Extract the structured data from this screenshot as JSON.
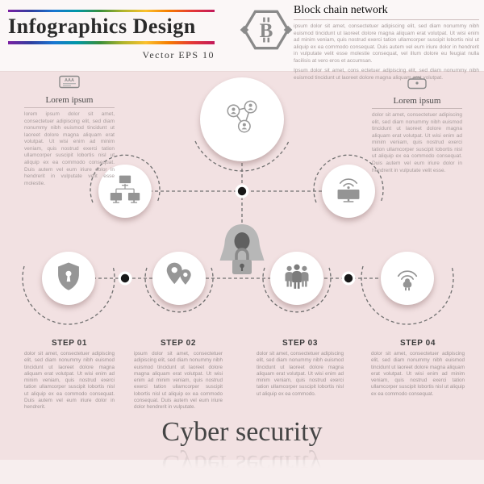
{
  "meta": {
    "background_color": "#f2e1e2",
    "icon_gray": "#949494",
    "accent_rainbow": [
      "#7b1fa2",
      "#303f9f",
      "#1976d2",
      "#0097a7",
      "#388e3c",
      "#afb42b",
      "#fbc02d",
      "#f57c00",
      "#e53935",
      "#c2185b"
    ]
  },
  "header": {
    "title": "Infographics Design",
    "subtitle": "Vector EPS 10",
    "hex_icon": "bitcoin-hexagon-icon",
    "blockchain": {
      "title": "Block chain network",
      "p1": "ipsum dolor sit amet, consectetuer adipiscing elit, sed diam nonummy nibh euismod tincidunt ut laoreet dolore magna aliquam erat volutpat. Ut wisi enim ad minim veniam, quis nostrud exerci tation ullamcorper suscipit lobortis nisl ut aliquip ex ea commodo consequat. Duis autem vel eum iriure dolor in hendrerit in vulputate velit esse molestie consequat, vel illum dolore eu feugiat nulla facilisis at vero eros et accumsan.",
      "p2": "Ipsum dolor sit amet, cons ectetuer adipiscing elit, sed diam nonummy nibh euismod tincidunt ut laoreet dolore magna aliquam erat volutpat."
    }
  },
  "left_panel": {
    "icon": "card-icon",
    "title": "Lorem ipsum",
    "text": "lorem ipsum dolor sit amet, consectetuer adipiscing elit, sed diam nonummy nibh euismod tincidunt ut laoreet dolore magna aliquam erat volutpat. Ut wisi enim ad minim veniam, quis nostrud exerci tation ullamcorper suscipit lobortis nisl ut aliquip ex ea commodo consequat. Duis autem vel eum iriure dolor in hendrerit in vulputate velit esse molestie."
  },
  "right_panel": {
    "icon": "wallet-icon",
    "title": "Lorem ipsum",
    "text": "dolor sit amet, consectetuer adipiscing elit, sed diam nonummy nibh euismod tincidunt ut laoreet dolore magna aliquam erat volutpat. Ut wisi enim ad minim veniam, quis nostrud exerci tation ullamcorper suscipit lobortis nisl ut aliquip ex ea commodo consequat. Duis autem vel eum iriure dolor in hendrerit in vulputate velit esse."
  },
  "diagram": {
    "center_icon": "share-network-icon",
    "mid_left_icon": "computer-network-icon",
    "mid_right_icon": "wifi-monitor-icon",
    "bottom_icons": [
      "shield-lock-icon",
      "map-pins-icon",
      "people-group-icon",
      "wifi-plug-icon"
    ],
    "hacker_icon": "hacker-lock-icon"
  },
  "steps": [
    {
      "label": "STEP 01",
      "text": "dolor sit amet, consectetuer adipiscing elit, sed diam nonummy nibh euismod tincidunt ut laoreet dolore magna aliquam erat volutpat. Ut wisi enim ad minim veniam, quis nostrud exerci tation ullamcorper suscipit lobortis nisl ut aliquip ex ea commodo consequat. Duis autem vel eum iriure dolor in hendrerit."
    },
    {
      "label": "STEP 02",
      "text": "ipsum dolor sit amet, consectetuer adipiscing elit, sed diam nonummy nibh euismod tincidunt ut laoreet dolore magna aliquam erat volutpat. Ut wisi enim ad minim veniam, quis nostrud exerci tation ullamcorper suscipit lobortis nisl ut aliquip ex ea commodo consequat. Duis autem vel eum iriure dolor hendrerit in vulputate."
    },
    {
      "label": "STEP 03",
      "text": "dolor sit amet, consectetuer adipiscing elit, sed diam nonummy nibh euismod tincidunt ut laoreet dolore magna aliquam erat volutpat. Ut wisi enim ad minim veniam, quis nostrud exerci tation ullamcorper suscipit lobortis nisl ut aliquip ex ea commodo."
    },
    {
      "label": "STEP 04",
      "text": "dolor sit amet, consectetuer adipiscing elit, sed diam nonummy nibh euismod tincidunt ut laoreet dolore magna aliquam erat volutpat. Ut wisi enim ad minim veniam, quis nostrud exerci tation ullamcorper suscipit lobortis nisl ut aliquip ex ea commodo consequat."
    }
  ],
  "footer": {
    "title": "Cyber security"
  }
}
